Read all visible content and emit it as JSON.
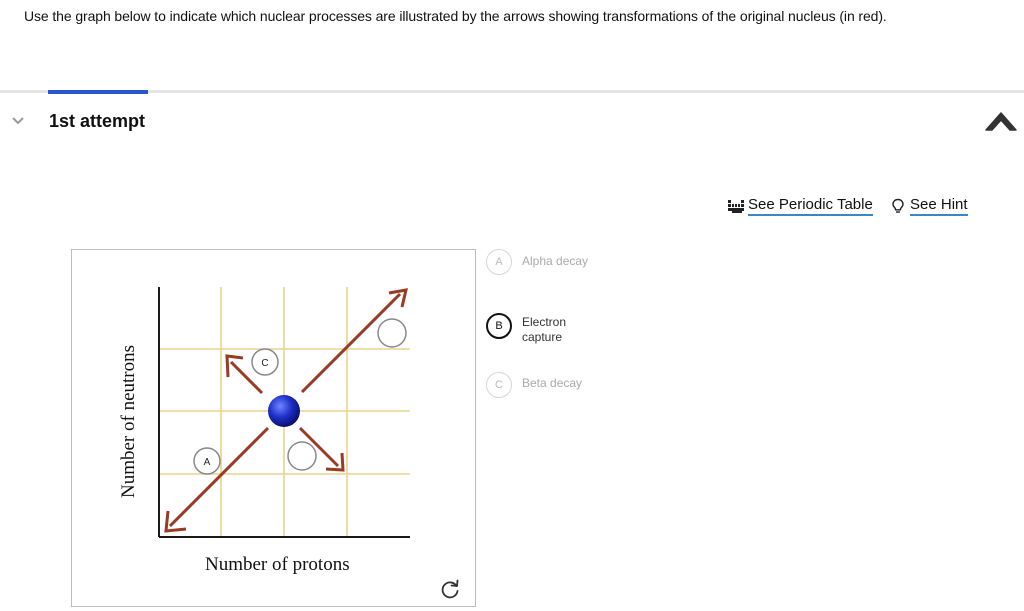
{
  "question": {
    "text": "Use the graph below to indicate which nuclear processes are illustrated by the arrows showing transformations of the original nucleus (in red)."
  },
  "attempt": {
    "label": "1st attempt"
  },
  "tools": {
    "periodic_table_label": "See Periodic Table",
    "hint_label": "See Hint"
  },
  "graph": {
    "ylabel": "Number of neutrons",
    "xlabel": "Number of protons",
    "markers": [
      {
        "letter": "A"
      },
      {
        "letter": "C"
      }
    ]
  },
  "options": [
    {
      "letter": "A",
      "label": "Alpha decay",
      "selected": false
    },
    {
      "letter": "B",
      "label": "Electron capture",
      "selected": true
    },
    {
      "letter": "C",
      "label": "Beta decay",
      "selected": false
    }
  ],
  "colors": {
    "arrow": "#9b3a22",
    "grid": "#e8d48a",
    "nucleus": "#1d2fc7",
    "accent": "#2b58c9"
  }
}
